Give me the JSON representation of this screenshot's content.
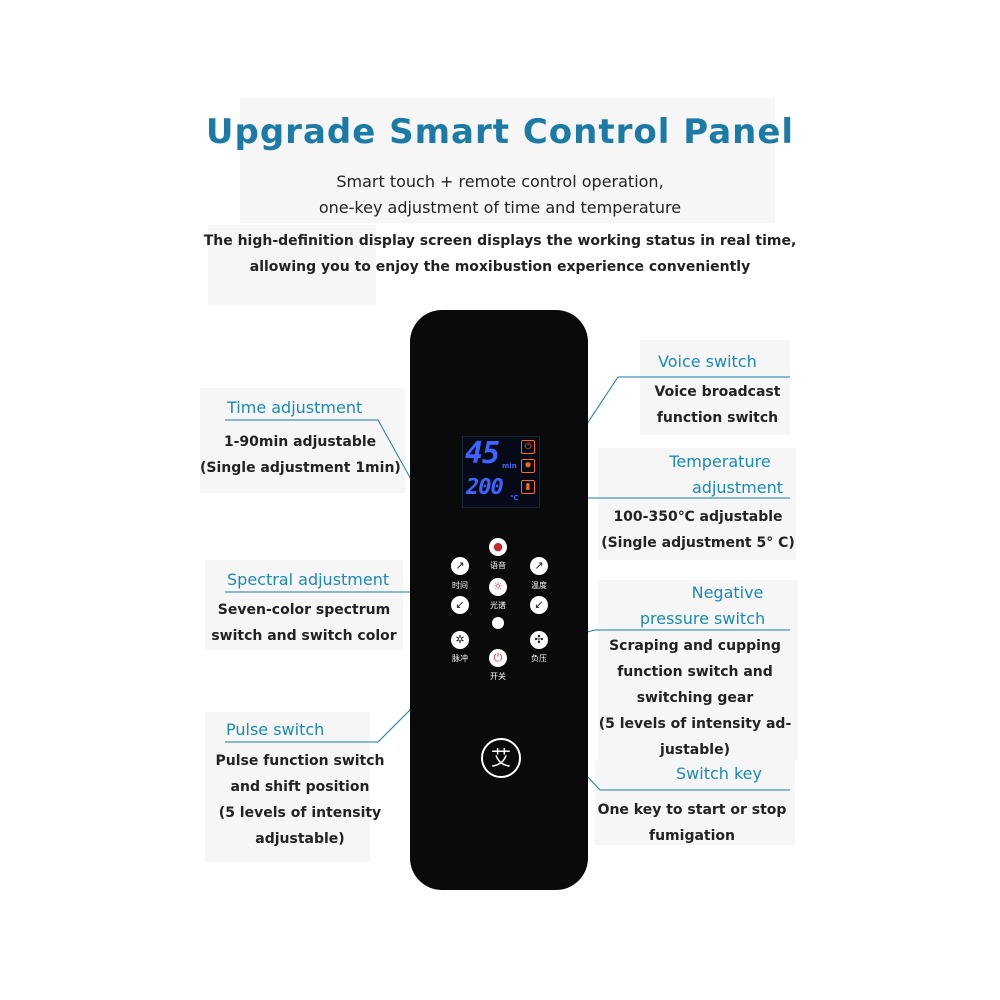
{
  "header": {
    "title": "Upgrade Smart Control Panel",
    "subtitle_line1": "Smart touch + remote control operation,",
    "subtitle_line2": "one-key adjustment of time and temperature",
    "desc_line1": "The high-definition display screen displays the working status in real time,",
    "desc_line2": "allowing you to enjoy the moxibustion experience conveniently"
  },
  "display": {
    "time_value": "45",
    "time_unit": "min",
    "temp_value": "200",
    "temp_unit": "℃",
    "icons": [
      "power-icon",
      "sun-icon",
      "thermometer-icon"
    ]
  },
  "buttons": {
    "voice": "语音",
    "time": "时间",
    "temperature": "温度",
    "spectrum": "光谱",
    "pulse": "脉冲",
    "pressure": "负压",
    "power": "开关"
  },
  "logo_char": "艾",
  "callouts": {
    "time": {
      "label": "Time adjustment",
      "lines": [
        "1-90min adjustable",
        "(Single adjustment 1min)"
      ]
    },
    "spectral": {
      "label": "Spectral adjustment",
      "lines": [
        "Seven-color spectrum",
        "switch and switch color"
      ]
    },
    "pulse": {
      "label": "Pulse switch",
      "lines": [
        "Pulse function switch",
        "and shift position",
        "(5 levels of intensity",
        "adjustable)"
      ]
    },
    "voice": {
      "label": "Voice switch",
      "lines": [
        "Voice broadcast",
        "function switch"
      ]
    },
    "temperature": {
      "label_line1": "Temperature",
      "label_line2": "adjustment",
      "lines": [
        "100-350℃ adjustable",
        "(Single adjustment 5° C)"
      ]
    },
    "pressure": {
      "label_line1": "Negative",
      "label_line2": "pressure switch",
      "lines": [
        "Scraping and cupping",
        "function switch and",
        "switching gear",
        "(5 levels of intensity ad-",
        "justable)"
      ]
    },
    "switch": {
      "label": "Switch key",
      "lines": [
        "One key to start or stop",
        "fumigation"
      ]
    }
  },
  "colors": {
    "accent": "#1b7aa6",
    "panel": "#0a0a0a",
    "display_digits": "#3f63ff",
    "indicator": "#ff6a1a"
  }
}
